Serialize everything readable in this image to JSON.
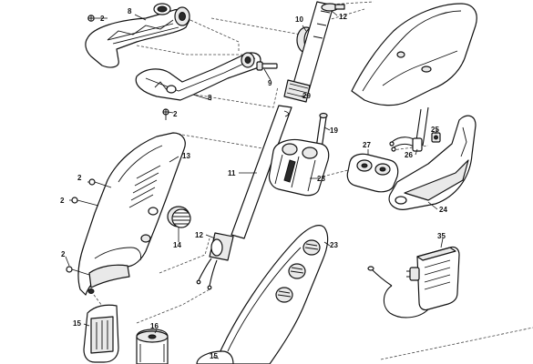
{
  "diagram": {
    "callouts": {
      "c2a": "2",
      "c8a": "8",
      "c9": "9",
      "c10": "10",
      "c12a": "12",
      "c2b": "2",
      "c8b": "8",
      "c29": "29",
      "c19": "19",
      "c25": "25",
      "c27": "27",
      "c26": "26",
      "c13": "13",
      "c2c": "2",
      "c2d": "2",
      "c11": "11",
      "c28": "28",
      "c24": "24",
      "c14": "14",
      "c12b": "12",
      "c23": "23",
      "c35": "35",
      "c2e": "2",
      "c15a": "15",
      "c16": "16",
      "c15b": "15"
    }
  }
}
